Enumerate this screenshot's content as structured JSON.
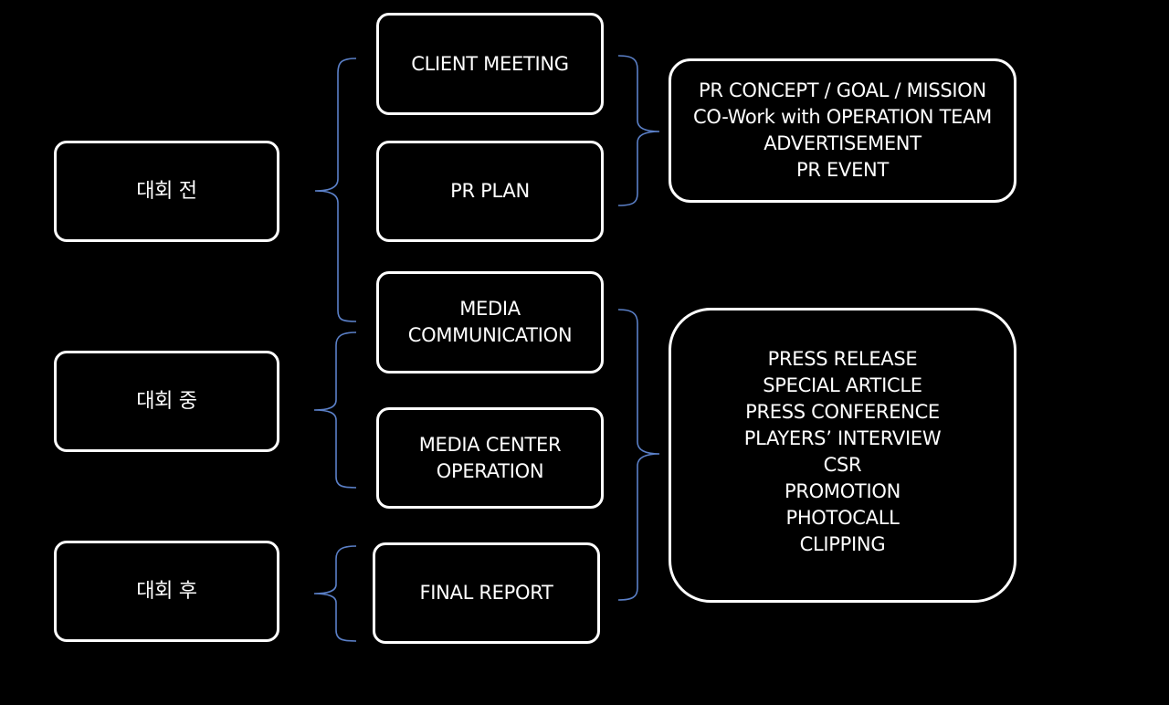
{
  "phases": {
    "before": "대회 전",
    "during": "대회 중",
    "after": "대회 후"
  },
  "tasks": {
    "client_meeting": [
      "CLIENT MEETING"
    ],
    "pr_plan": [
      "PR PLAN"
    ],
    "media_communication": [
      "MEDIA",
      "COMMUNICATION"
    ],
    "media_center_operation": [
      "MEDIA CENTER",
      "OPERATION"
    ],
    "final_report": [
      "FINAL REPORT"
    ]
  },
  "details": {
    "planning": [
      "PR CONCEPT / GOAL /  MISSION",
      "CO-Work with OPERATION TEAM",
      "ADVERTISEMENT",
      "PR EVENT"
    ],
    "execution": [
      "PRESS RELEASE",
      "SPECIAL ARTICLE",
      "PRESS CONFERENCE",
      "PLAYERS’ INTERVIEW",
      "CSR",
      "PROMOTION",
      "PHOTOCALL",
      "CLIPPING"
    ]
  },
  "colors": {
    "background": "#000000",
    "box_border": "#ffffff",
    "bracket": "#5b80c8"
  }
}
